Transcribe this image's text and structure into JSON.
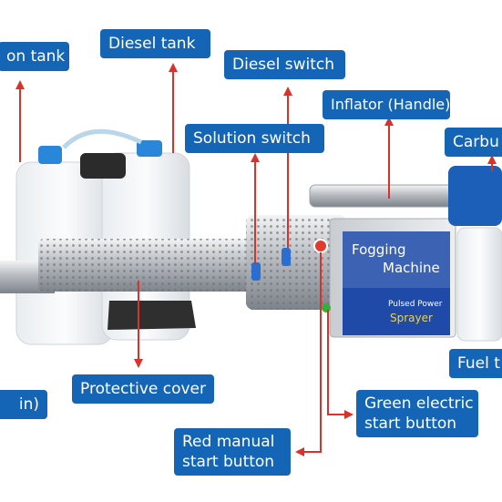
{
  "labels": {
    "solution_tank": "on tank",
    "diesel_tank": "Diesel tank",
    "diesel_switch": "Diesel switch",
    "inflator": "Inflator (Handle)",
    "solution_switch": "Solution switch",
    "carburetor": "Carbu",
    "protective_cover": "Protective cover",
    "fuel_tank": "Fuel t",
    "outlet": "in)",
    "green_button": [
      "Green electric",
      "start button"
    ],
    "red_button": [
      "Red manual",
      "start button"
    ]
  },
  "machine_panel": {
    "title_line1": "Fogging",
    "title_line2": "Machine",
    "sub1": "Pulsed Power",
    "sub2": "Sprayer"
  },
  "colors": {
    "label_bg": "#1565b7",
    "arrow": "#d9322a",
    "panel_blue": "#1f4aa8"
  }
}
